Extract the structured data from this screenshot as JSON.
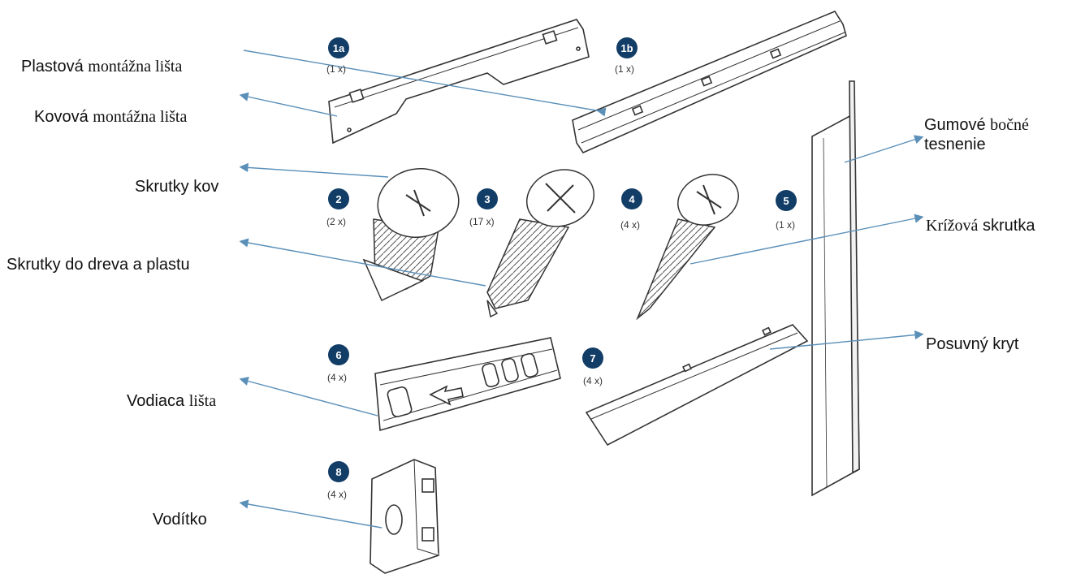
{
  "labels": {
    "plastova_lista": [
      "Plastová",
      "montážna lišta"
    ],
    "kovova_lista": [
      "Kovová",
      "montážna lišta"
    ],
    "skrutky_kov": "Skrutky kov",
    "skrutky_drevo": "Skrutky do dreva a plastu",
    "vodiaca_lista": [
      "Vodiaca",
      "lišta"
    ],
    "voditko": "Vodítko",
    "gumove_tesnenie": [
      "Gumové",
      "bočné",
      "tesnenie"
    ],
    "krizova_skrutka": [
      "Krížová",
      "skrutka"
    ],
    "posuvny_kryt": "Posuvný kryt"
  },
  "parts": [
    {
      "id": "1a",
      "qty": "(1 x)"
    },
    {
      "id": "1b",
      "qty": "(1 x)"
    },
    {
      "id": "2",
      "qty": "(2 x)"
    },
    {
      "id": "3",
      "qty": "(17 x)"
    },
    {
      "id": "4",
      "qty": "(4 x)"
    },
    {
      "id": "5",
      "qty": "(1 x)"
    },
    {
      "id": "6",
      "qty": "(4 x)"
    },
    {
      "id": "7",
      "qty": "(4 x)"
    },
    {
      "id": "8",
      "qty": "(4 x)"
    }
  ],
  "colors": {
    "badge": "#123d66",
    "leader": "#5a8fb8",
    "line_art": "#333333"
  }
}
